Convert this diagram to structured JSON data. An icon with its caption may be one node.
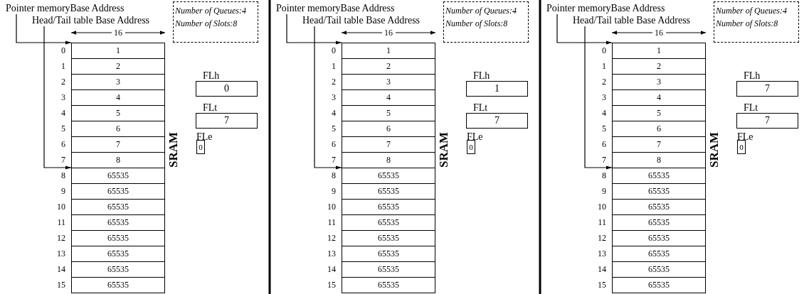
{
  "diagram": {
    "nodes": [
      {
        "text": [
          "Pointer memoryBase Address"
        ]
      },
      {
        "text": [
          "Head/Tail table Base Address"
        ]
      },
      {
        "text": [
          "Number of Queues:4",
          "Number of Slots:8"
        ]
      },
      {
        "text": [
          "1"
        ],
        "beside": [
          "0"
        ]
      },
      {
        "text": [
          "2"
        ],
        "beside": [
          "1"
        ]
      },
      {
        "text": [
          "3"
        ],
        "beside": [
          "2"
        ]
      },
      {
        "text": [
          "4"
        ],
        "beside": [
          "3"
        ]
      },
      {
        "text": [
          "5"
        ],
        "beside": [
          "4"
        ]
      },
      {
        "text": [
          "6"
        ],
        "beside": [
          "5"
        ]
      },
      {
        "text": [
          "7"
        ],
        "beside": [
          "6"
        ]
      },
      {
        "text": [
          "8"
        ],
        "beside": [
          "7"
        ]
      },
      {
        "text": [
          "65535"
        ],
        "beside": [
          "8"
        ]
      },
      {
        "text": [
          "65535"
        ],
        "beside": [
          "9"
        ]
      },
      {
        "text": [
          "65535"
        ],
        "beside": [
          "10"
        ]
      },
      {
        "text": [
          "65535"
        ],
        "beside": [
          "11"
        ]
      },
      {
        "text": [
          "65535"
        ],
        "beside": [
          "12"
        ]
      },
      {
        "text": [
          "65535"
        ],
        "beside": [
          "13"
        ]
      },
      {
        "text": [
          "65535"
        ],
        "beside": [
          "14"
        ]
      },
      {
        "text": [
          "65535"
        ],
        "beside": [
          "15"
        ]
      },
      {
        "text": [
          "FLh",
          "0"
        ]
      },
      {
        "text": [
          "FLt",
          "7"
        ]
      },
      {
        "text": [
          "FLe",
          "0"
        ]
      },
      {
        "text": [
          "Pointer memoryBase Address"
        ]
      },
      {
        "text": [
          "Head/Tail table Base Address"
        ]
      },
      {
        "text": [
          "Number of Queues:4",
          "Number of Slots:8"
        ]
      },
      {
        "text": [
          "1"
        ],
        "beside": [
          "0"
        ]
      },
      {
        "text": [
          "2"
        ],
        "beside": [
          "1"
        ]
      },
      {
        "text": [
          "3"
        ],
        "beside": [
          "2"
        ]
      },
      {
        "text": [
          "4"
        ],
        "beside": [
          "3"
        ]
      },
      {
        "text": [
          "5"
        ],
        "beside": [
          "4"
        ]
      },
      {
        "text": [
          "6"
        ],
        "beside": [
          "5"
        ]
      },
      {
        "text": [
          "7"
        ],
        "beside": [
          "6"
        ]
      },
      {
        "text": [
          "8"
        ],
        "beside": [
          "7"
        ]
      },
      {
        "text": [
          "65535"
        ],
        "beside": [
          "8"
        ]
      },
      {
        "text": [
          "65535"
        ],
        "beside": [
          "9"
        ]
      },
      {
        "text": [
          "65535"
        ],
        "beside": [
          "10"
        ]
      },
      {
        "text": [
          "65535"
        ],
        "beside": [
          "11"
        ]
      },
      {
        "text": [
          "65535"
        ],
        "beside": [
          "12"
        ]
      },
      {
        "text": [
          "65535"
        ],
        "beside": [
          "13"
        ]
      },
      {
        "text": [
          "65535"
        ],
        "beside": [
          "14"
        ]
      },
      {
        "text": [
          "65535"
        ],
        "beside": [
          "15"
        ]
      },
      {
        "text": [
          "FLh",
          "1"
        ]
      },
      {
        "text": [
          "FLt",
          "7"
        ]
      },
      {
        "text": [
          "FLe",
          "0"
        ]
      },
      {
        "text": [
          "Pointer memoryBase Address"
        ]
      },
      {
        "text": [
          "Head/Tail table Base Address"
        ]
      },
      {
        "text": [
          "Number of Queues:4",
          "Number of Slots:8"
        ]
      },
      {
        "text": [
          "1"
        ],
        "beside": [
          "0"
        ]
      },
      {
        "text": [
          "2"
        ],
        "beside": [
          "1"
        ]
      },
      {
        "text": [
          "3"
        ],
        "beside": [
          "2"
        ]
      },
      {
        "text": [
          "4"
        ],
        "beside": [
          "3"
        ]
      },
      {
        "text": [
          "5"
        ],
        "beside": [
          "4"
        ]
      },
      {
        "text": [
          "6"
        ],
        "beside": [
          "5"
        ]
      },
      {
        "text": [
          "7"
        ],
        "beside": [
          "6"
        ]
      },
      {
        "text": [
          "8"
        ],
        "beside": [
          "7"
        ]
      },
      {
        "text": [
          "65535"
        ],
        "beside": [
          "8"
        ]
      },
      {
        "text": [
          "65535"
        ],
        "beside": [
          "9"
        ]
      },
      {
        "text": [
          "65535"
        ],
        "beside": [
          "10"
        ]
      },
      {
        "text": [
          "65535"
        ],
        "beside": [
          "11"
        ]
      },
      {
        "text": [
          "65535"
        ],
        "beside": [
          "12"
        ]
      },
      {
        "text": [
          "65535"
        ],
        "beside": [
          "13"
        ]
      },
      {
        "text": [
          "65535"
        ],
        "beside": [
          "14"
        ]
      },
      {
        "text": [
          "65535"
        ],
        "beside": [
          "15"
        ]
      },
      {
        "text": [
          "FLh",
          "7"
        ]
      },
      {
        "text": [
          "FLt",
          "7"
        ]
      },
      {
        "text": [
          "FLe",
          "0"
        ]
      }
    ],
    "edges": [
      {
        "from": 0,
        "to": 3,
        "arrow": "to"
      },
      {
        "from": 1,
        "to": 11,
        "arrow": "to"
      },
      {
        "from": 22,
        "to": 25,
        "arrow": "to"
      },
      {
        "from": 23,
        "to": 33,
        "arrow": "to"
      },
      {
        "from": 44,
        "to": 47,
        "arrow": "to"
      },
      {
        "from": 45,
        "to": 55,
        "arrow": "to"
      }
    ],
    "labels": [
      "16",
      "SRAM",
      "16",
      "SRAM",
      "16",
      "SRAM"
    ]
  }
}
